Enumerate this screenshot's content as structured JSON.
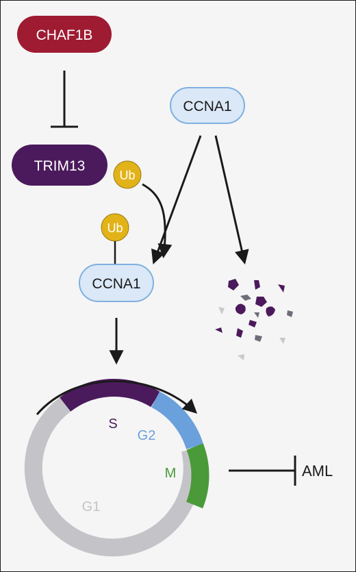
{
  "nodes": {
    "chaf1b": {
      "label": "CHAF1B",
      "color": "#9e1b32",
      "text_color": "#ffffff"
    },
    "trim13": {
      "label": "TRIM13",
      "color": "#4b1a5c",
      "text_color": "#ffffff"
    },
    "ccna1_top": {
      "label": "CCNA1",
      "fill": "#dbe8f7",
      "stroke": "#7fb0e0",
      "text_color": "#1a1a1a"
    },
    "ccna1_bottom": {
      "label": "CCNA1",
      "fill": "#dbe8f7",
      "stroke": "#7fb0e0",
      "text_color": "#1a1a1a"
    },
    "ub_free": {
      "label": "Ub",
      "color": "#e2b318"
    },
    "ub_attached": {
      "label": "Ub",
      "color": "#e2b318"
    },
    "aml": {
      "label": "AML"
    }
  },
  "cell_cycle": {
    "phases": [
      {
        "label": "S",
        "color": "#4b1a5c"
      },
      {
        "label": "G2",
        "color": "#6aa0dc"
      },
      {
        "label": "M",
        "color": "#4a9a3a"
      },
      {
        "label": "G1",
        "color": "#c4c4c8"
      }
    ]
  },
  "edges": [
    {
      "from": "CHAF1B",
      "to": "TRIM13",
      "type": "inhibition"
    },
    {
      "from": "Ub",
      "to": "CCNA1",
      "type": "activation"
    },
    {
      "from": "CCNA1",
      "to": "CCNA1",
      "type": "activation"
    },
    {
      "from": "CCNA1",
      "to": "degradation",
      "type": "activation"
    },
    {
      "from": "CCNA1",
      "to": "cell cycle",
      "type": "activation"
    },
    {
      "from": "cell cycle",
      "to": "AML",
      "type": "inhibition"
    }
  ],
  "colors": {
    "line": "#1a1a1a",
    "fragment_purple": "#4b1a5c",
    "fragment_gray": "#6d6e78",
    "fragment_light": "#c9c9cc"
  }
}
